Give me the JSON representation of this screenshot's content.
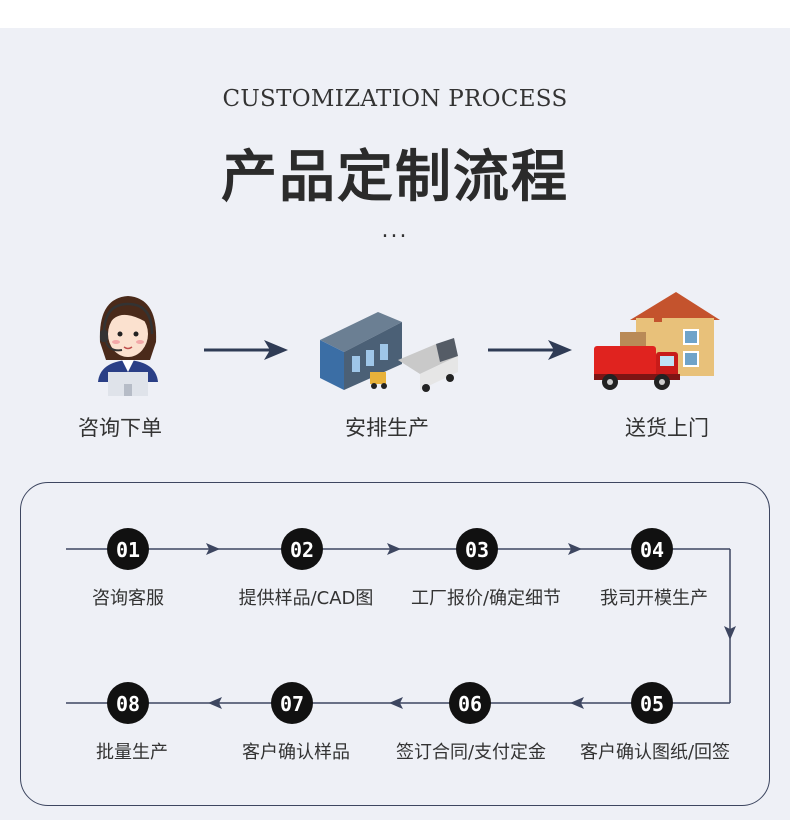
{
  "header": {
    "subtitle": "CUSTOMIZATION PROCESS",
    "title": "产品定制流程",
    "dots": "..."
  },
  "top_steps": [
    {
      "label": "咨询下单",
      "icon": "customer-service-icon"
    },
    {
      "label": "安排生产",
      "icon": "factory-icon"
    },
    {
      "label": "送货上门",
      "icon": "delivery-house-icon"
    }
  ],
  "process": [
    {
      "num": "01",
      "label": "咨询客服"
    },
    {
      "num": "02",
      "label": "提供样品/CAD图"
    },
    {
      "num": "03",
      "label": "工厂报价/确定细节"
    },
    {
      "num": "04",
      "label": "我司开模生产"
    },
    {
      "num": "05",
      "label": "客户确认图纸/回签"
    },
    {
      "num": "06",
      "label": "签订合同/支付定金"
    },
    {
      "num": "07",
      "label": "客户确认样品"
    },
    {
      "num": "08",
      "label": "批量生产"
    }
  ],
  "colors": {
    "accent": "#2f3b55",
    "circle": "#111111",
    "background": "#eef0f6"
  }
}
